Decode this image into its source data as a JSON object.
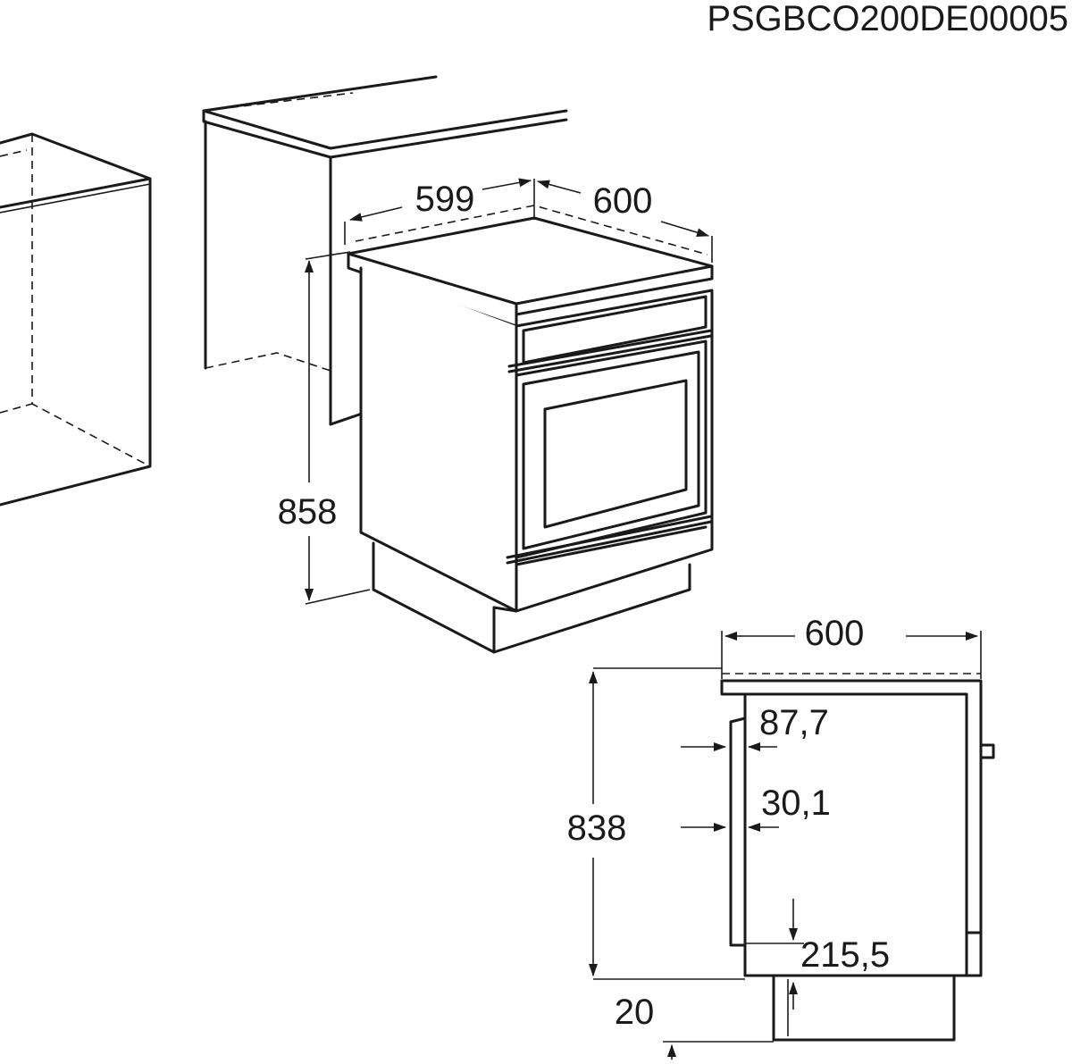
{
  "drawing_code": "PSGBCO200DE00005",
  "dimensions": {
    "perspective": {
      "width": "599",
      "depth": "600",
      "height": "858"
    },
    "side_view": {
      "depth": "600",
      "height": "838",
      "handle_depth": "87,7",
      "handle_offset": "30,1",
      "handle_bottom": "215,5",
      "plinth": "20"
    }
  }
}
